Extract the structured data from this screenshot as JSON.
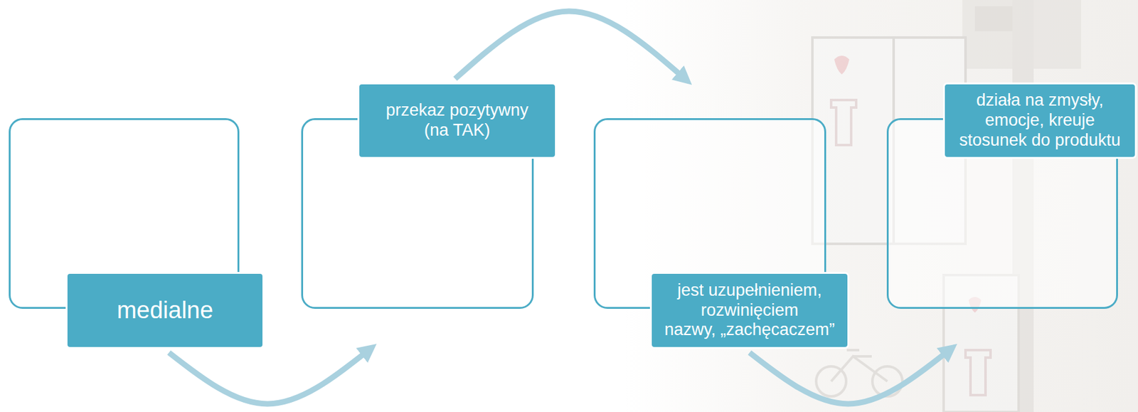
{
  "diagram": {
    "nodes": [
      {
        "text": [
          "medialne"
        ]
      },
      {
        "text": [
          "przekaz pozytywny (na TAK)"
        ]
      },
      {
        "text": [
          "jest uzupełnieniem, rozwinięciem nazwy, „zachęcaczem”"
        ]
      },
      {
        "text": [
          "działa na zmysły, emocje, kreuje stosunek do produktu"
        ]
      }
    ],
    "edges": [
      {
        "from": 0,
        "to": 1,
        "arrow": "to"
      },
      {
        "from": 1,
        "to": 2,
        "arrow": "to"
      },
      {
        "from": 2,
        "to": 3,
        "arrow": "to"
      }
    ]
  }
}
